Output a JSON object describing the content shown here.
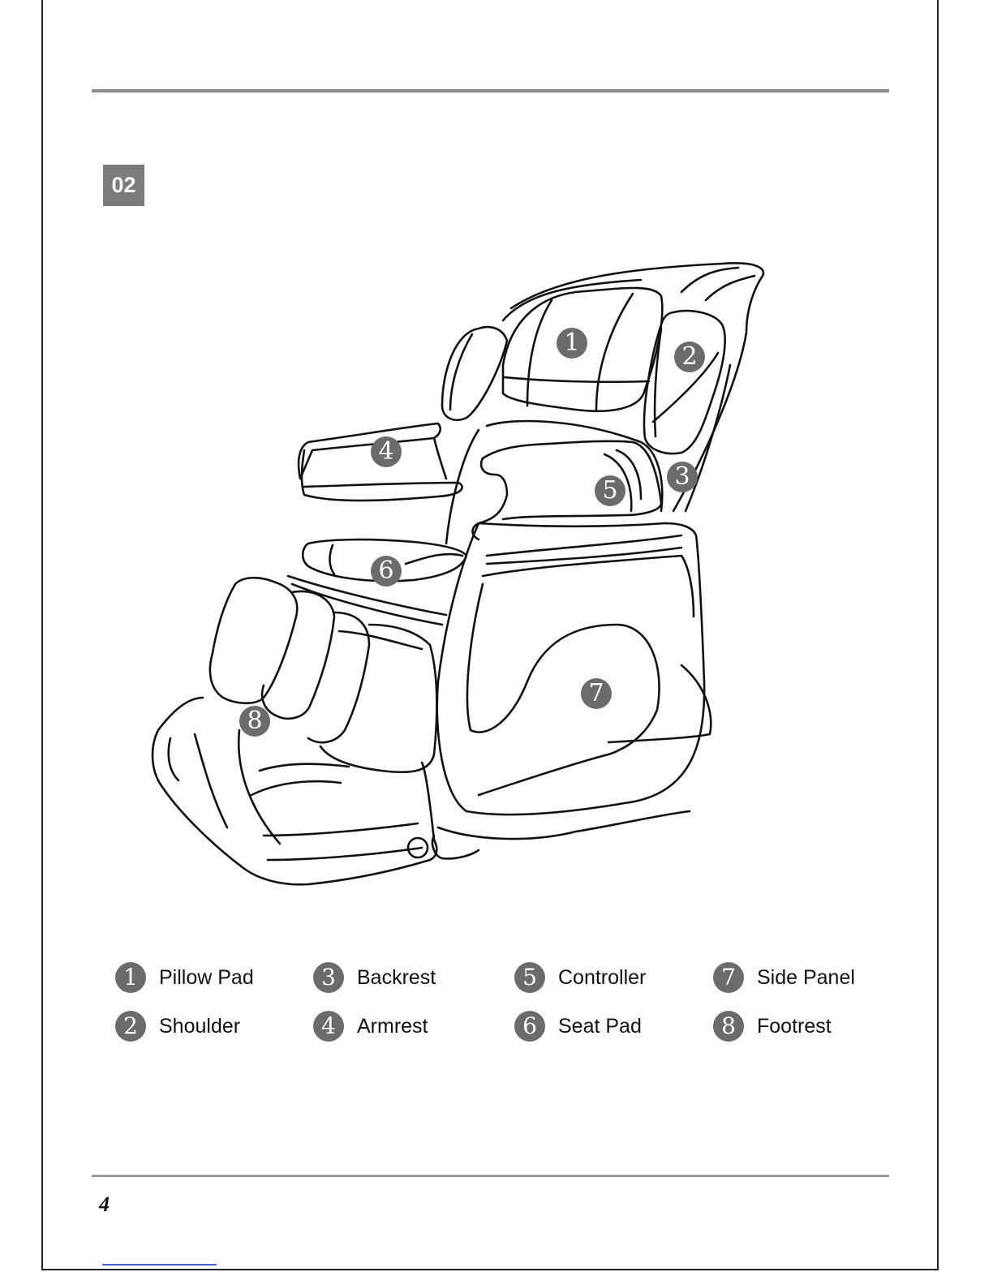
{
  "section": {
    "number": "02"
  },
  "diagram_callouts": [
    "1",
    "2",
    "3",
    "4",
    "5",
    "6",
    "7",
    "8"
  ],
  "legend": {
    "items": [
      {
        "num": "1",
        "label": "Pillow Pad"
      },
      {
        "num": "2",
        "label": "Shoulder"
      },
      {
        "num": "3",
        "label": "Backrest"
      },
      {
        "num": "4",
        "label": "Armrest"
      },
      {
        "num": "5",
        "label": "Controller"
      },
      {
        "num": "6",
        "label": "Seat Pad"
      },
      {
        "num": "7",
        "label": "Side Panel"
      },
      {
        "num": "8",
        "label": "Footrest"
      }
    ]
  },
  "footer": {
    "page_number": "4"
  },
  "colors": {
    "badge": "#7b7b7b",
    "callout": "#6b6b6b",
    "rule": "#8a8a8a"
  }
}
